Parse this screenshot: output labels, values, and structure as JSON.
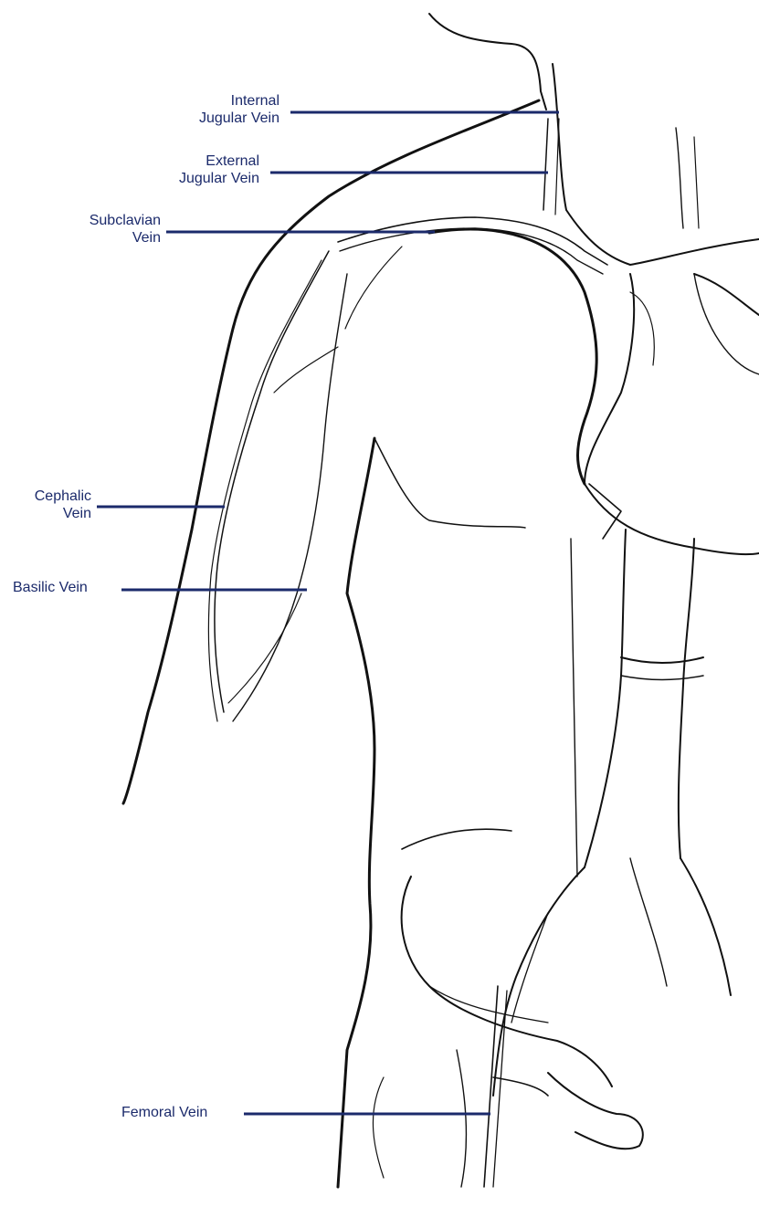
{
  "labels": {
    "internal_jugular": [
      "Internal",
      "Jugular Vein"
    ],
    "external_jugular": [
      "External",
      "Jugular Vein"
    ],
    "subclavian": [
      "Subclavian",
      "Vein"
    ],
    "cephalic": [
      "Cephalic",
      "Vein"
    ],
    "basilic": "Basilic Vein",
    "femoral": "Femoral Vein"
  },
  "colors": {
    "leader": "#1b2a6b",
    "ink": "#111111"
  }
}
